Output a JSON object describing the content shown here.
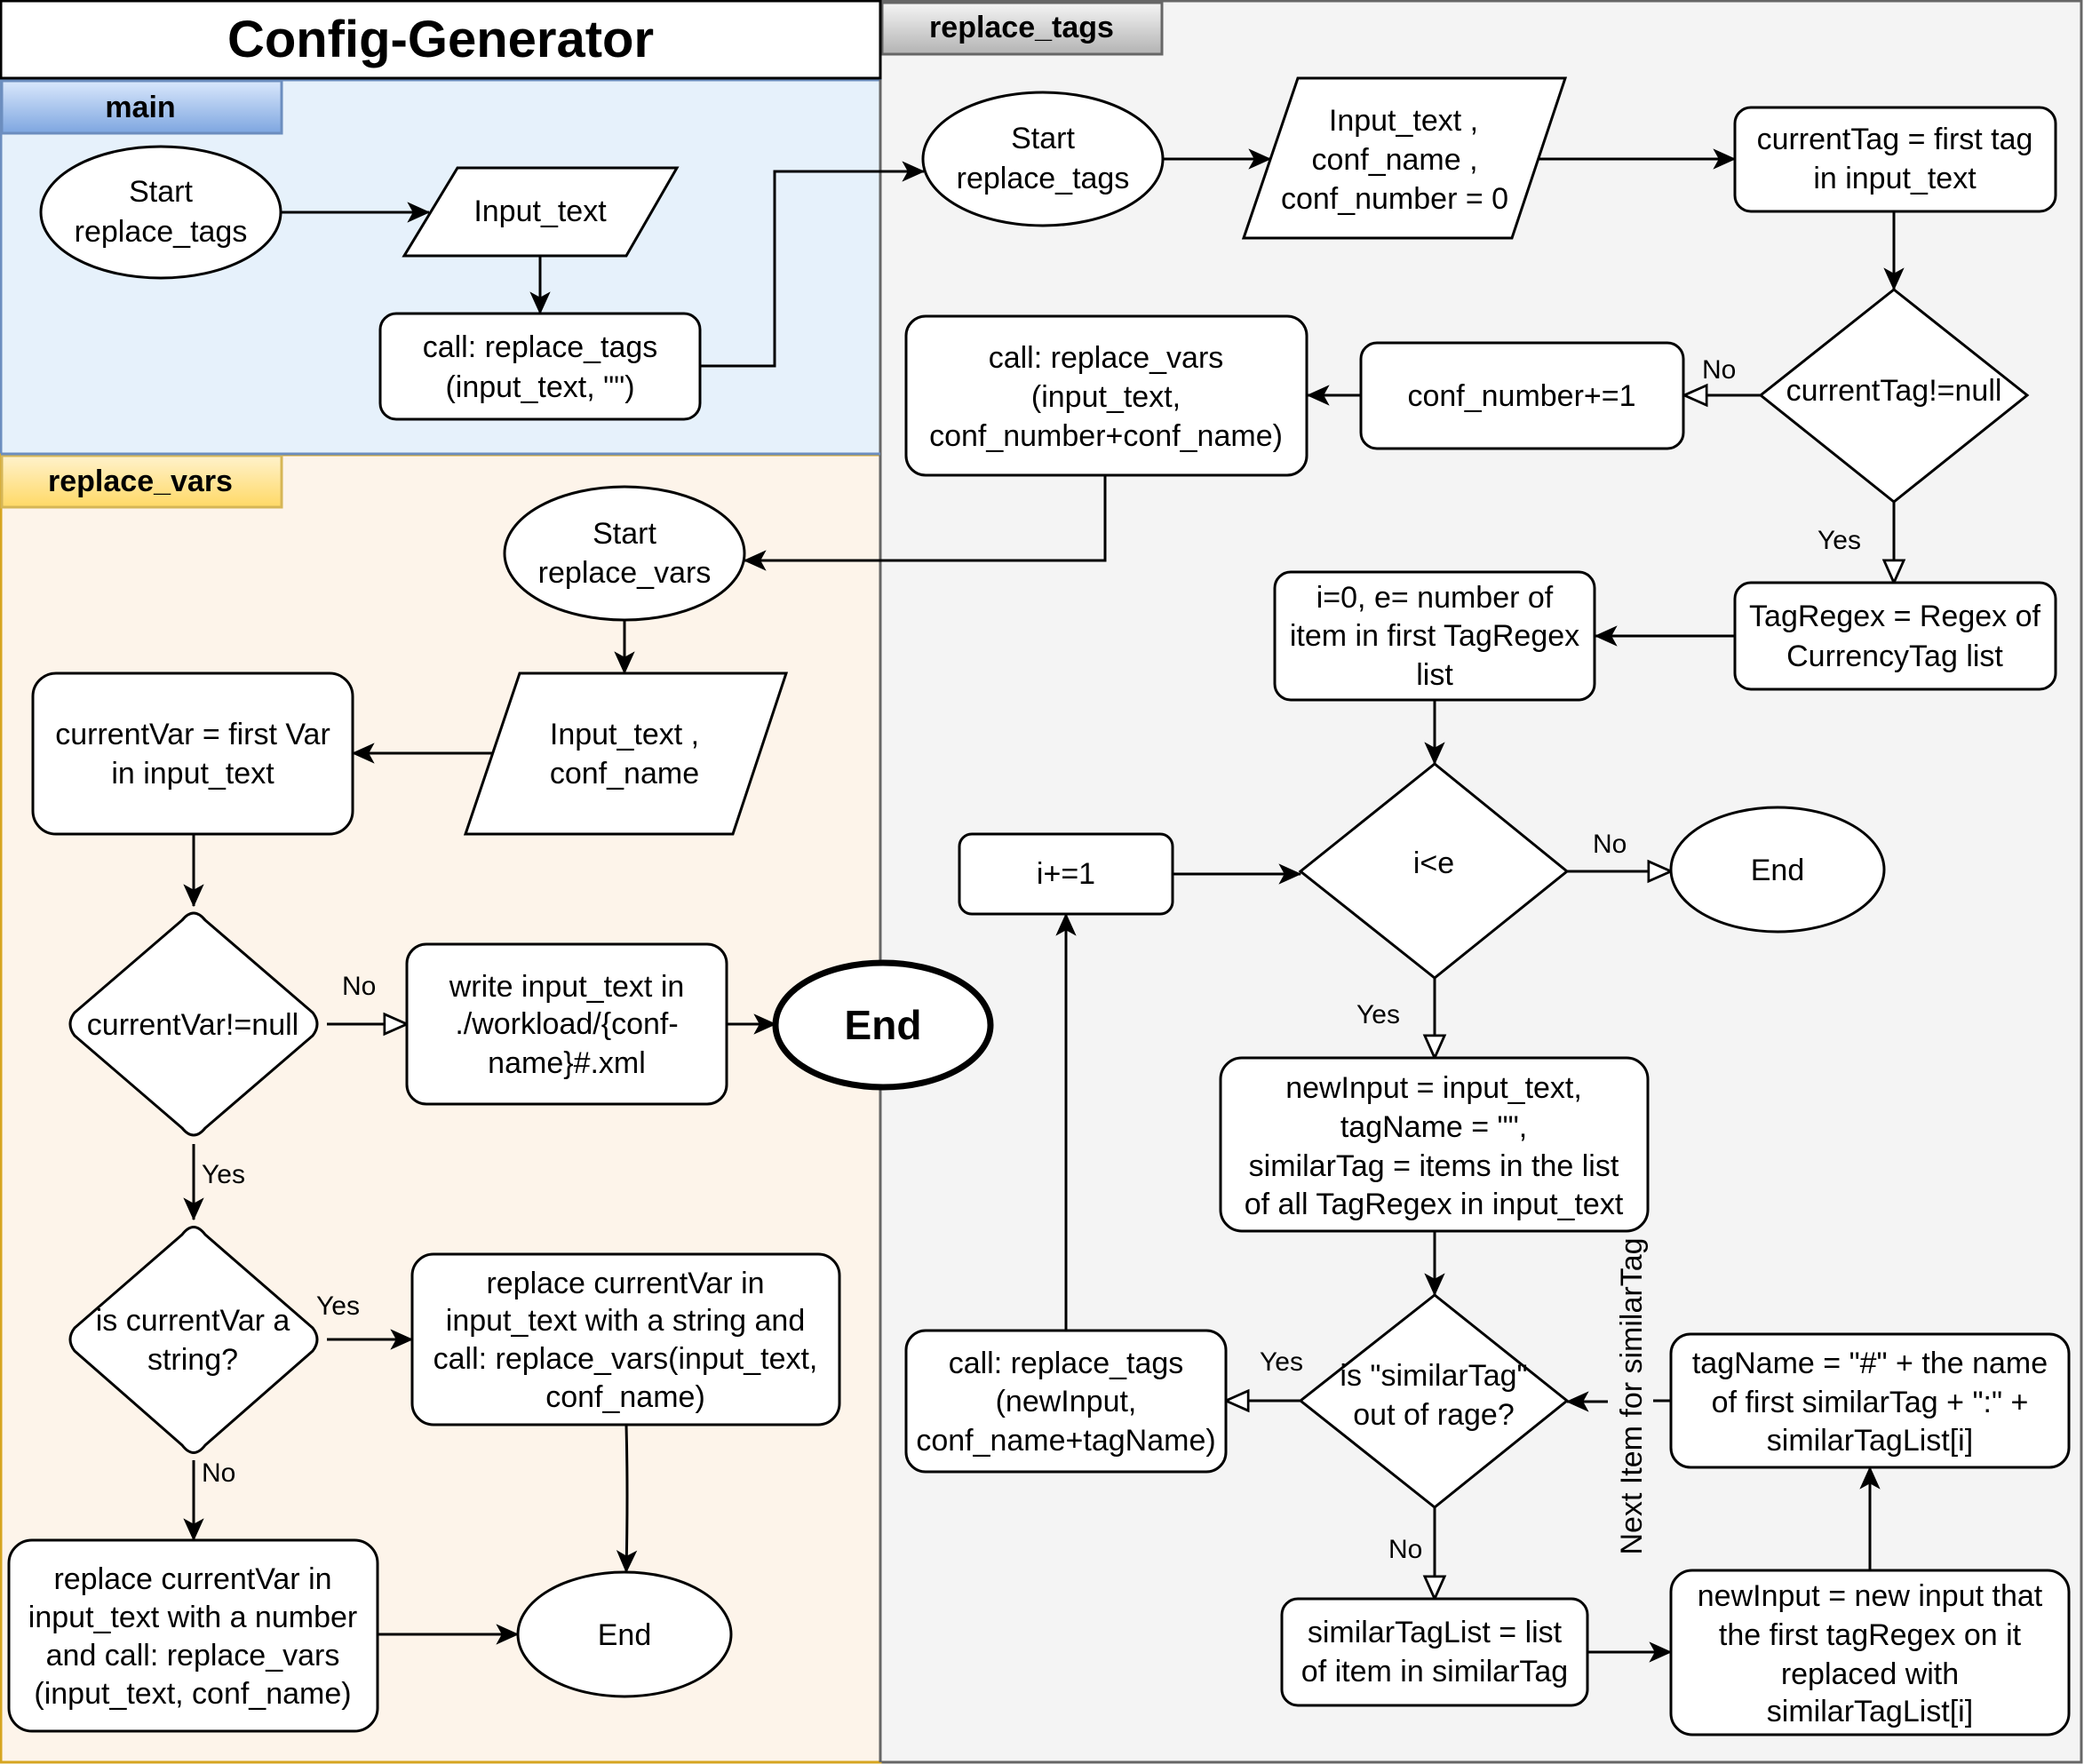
{
  "title": "Config-Generator",
  "lanes": {
    "main": {
      "label": "main",
      "fill": "#e6f1fb",
      "border": "#6c8ebf"
    },
    "replace_vars": {
      "label": "replace_vars",
      "fill": "#fdf4ea",
      "border": "#d6b656"
    },
    "replace_tags": {
      "label": "replace_tags",
      "fill": "#f4f4f4",
      "border": "#666666"
    }
  },
  "main": {
    "start": [
      "Start",
      "replace_tags"
    ],
    "input": [
      "Input_text"
    ],
    "call": [
      "call: replace_tags",
      "(input_text, \"\")"
    ]
  },
  "replace_tags": {
    "start": [
      "Start",
      "replace_tags"
    ],
    "input": [
      "Input_text ,",
      "conf_name ,",
      "conf_number = 0"
    ],
    "current_tag": [
      "currentTag = first tag",
      "in input_text"
    ],
    "decision_tag": [
      "currentTag!=null"
    ],
    "conf_inc": [
      "conf_number+=1"
    ],
    "call_vars": [
      "call: replace_vars",
      "(input_text,",
      "conf_number+conf_name)"
    ],
    "tag_regex": [
      "TagRegex = Regex of",
      "CurrencyTag list"
    ],
    "init_loop": [
      "i=0, e= number of",
      "item in first TagRegex",
      "list"
    ],
    "decision_loop": [
      "i<e"
    ],
    "end": [
      "End"
    ],
    "inc_i": [
      "i+=1"
    ],
    "new_input": [
      "newInput = input_text,",
      "tagName = \"\",",
      "similarTag = items in the list",
      "of all TagRegex in input_text"
    ],
    "decision_range": [
      "is \"similarTag\"",
      "out of rage?"
    ],
    "call_tags": [
      "call: replace_tags",
      "(newInput,",
      "conf_name+tagName)"
    ],
    "similar_list": [
      "similarTagList = list",
      "of item in similarTag"
    ],
    "tag_name": [
      "tagName = \"#\" + the name",
      "of first similarTag + \":\" +",
      "similarTagList[i]"
    ],
    "new_input2": [
      "newInput = new input that",
      "the first tagRegex on it",
      "replaced with",
      "similarTagList[i]"
    ],
    "next_item_label": "Next Item for similarTag"
  },
  "replace_vars": {
    "start": [
      "Start",
      "replace_vars"
    ],
    "input": [
      "Input_text ,",
      "conf_name"
    ],
    "current_var": [
      "currentVar = first Var",
      "in input_text"
    ],
    "decision_var": [
      "currentVar!=null"
    ],
    "write": [
      "write input_text in",
      "./workload/{conf-",
      "name}#.xml"
    ],
    "end_big": [
      "End"
    ],
    "decision_string": [
      "is currentVar a",
      "string?"
    ],
    "replace_string": [
      "replace currentVar in",
      "input_text with a string and",
      "call: replace_vars(input_text,",
      "conf_name)"
    ],
    "replace_number": [
      "replace currentVar in",
      "input_text with a number",
      "and call: replace_vars",
      "(input_text, conf_name)"
    ],
    "end": [
      "End"
    ]
  },
  "edge_labels": {
    "yes": "Yes",
    "no": "No"
  }
}
